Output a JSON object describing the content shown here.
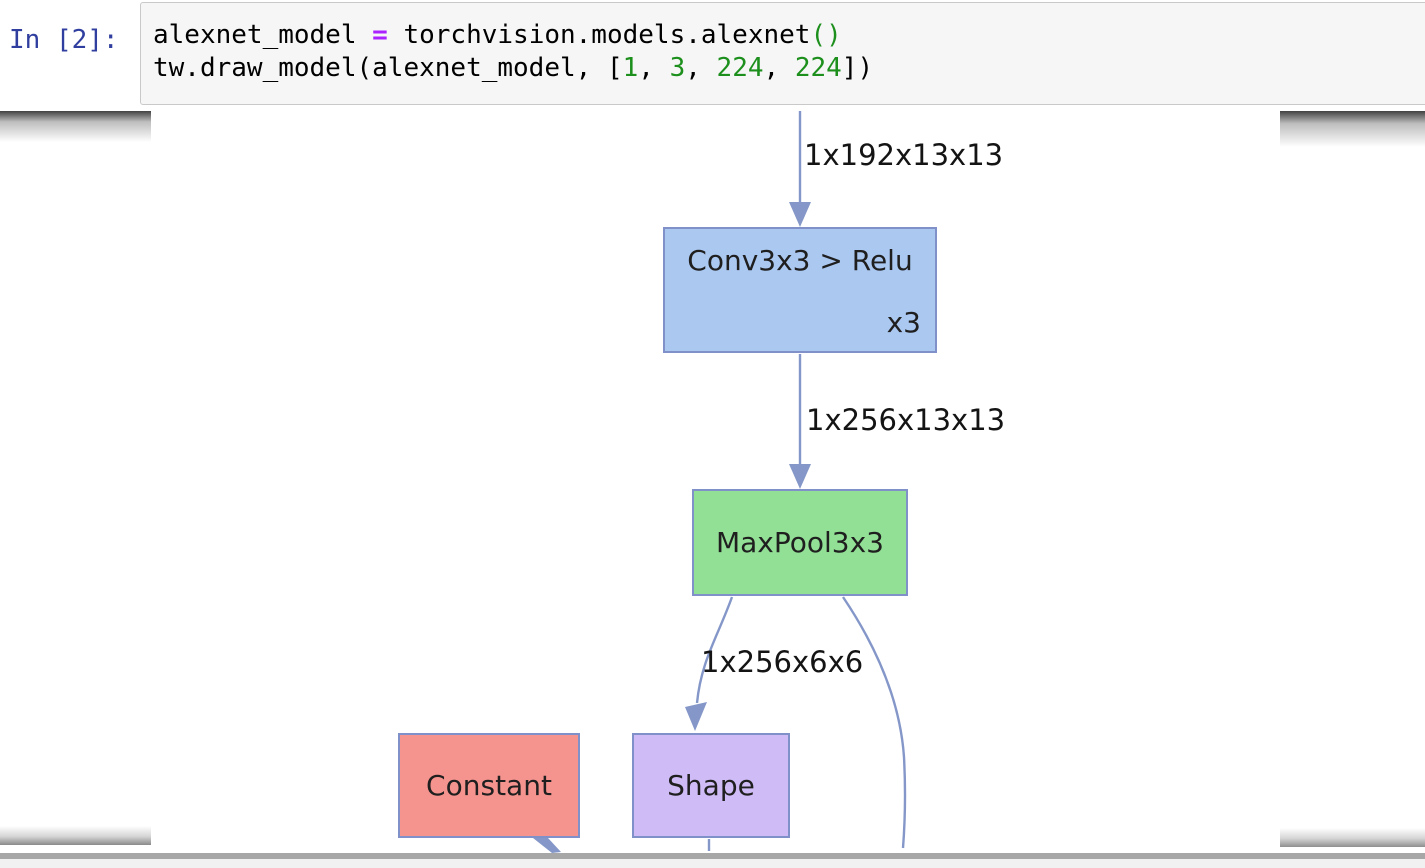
{
  "cell": {
    "prompt": "In [2]:",
    "code": {
      "l1_a": "alexnet_model ",
      "l1_eq": "=",
      "l1_b": " torchvision.models.alexnet",
      "l1_parens": "()",
      "l2_a": "tw.draw_model(alexnet_model, [",
      "l2_n1": "1",
      "l2_s1": ", ",
      "l2_n2": "3",
      "l2_s2": ", ",
      "l2_n3": "224",
      "l2_s3": ", ",
      "l2_n4": "224",
      "l2_end": "])"
    }
  },
  "diagram": {
    "nodes": {
      "conv": {
        "label": "Conv3x3 > Relu",
        "repeat": "x3",
        "fill": "#abc8f1"
      },
      "maxpool": {
        "label": "MaxPool3x3",
        "fill": "#92e096"
      },
      "constant": {
        "label": "Constant",
        "fill": "#f5948f"
      },
      "shape": {
        "label": "Shape",
        "fill": "#cfbbf5"
      }
    },
    "edge_labels": {
      "into_conv": "1x192x13x13",
      "into_maxpool": "1x256x13x13",
      "into_shape": "1x256x6x6"
    },
    "edge_color": "#8497c8",
    "node_border_color": "#7f91c8"
  },
  "syntax_colors": {
    "prompt": "#303F9F",
    "operator": "#AA22FF",
    "number": "#1d8f1d",
    "plain": "#000000"
  }
}
